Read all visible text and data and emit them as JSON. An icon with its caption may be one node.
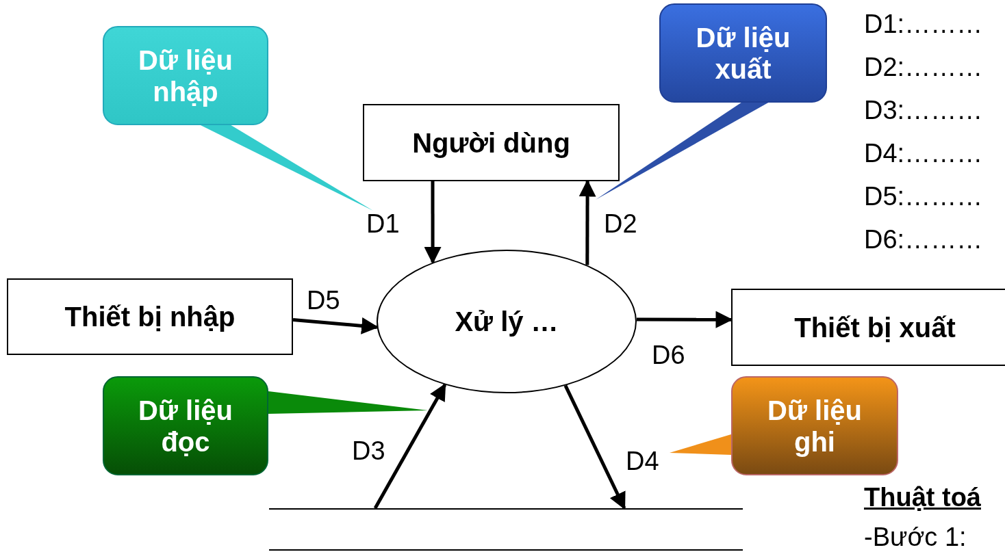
{
  "diagram": {
    "nodes": [
      {
        "text": [
          "Người dùng"
        ]
      },
      {
        "text": [
          "Thiết bị nhập"
        ]
      },
      {
        "text": [
          "Xử lý …"
        ]
      },
      {
        "text": [
          "Thiết bị xuất"
        ]
      },
      {
        "text": [],
        "shape": "box"
      },
      {
        "text": [
          "Dữ liệu nhập"
        ]
      },
      {
        "text": [
          "Dữ liệu xuất"
        ]
      },
      {
        "text": [
          "Dữ liệu đọc"
        ]
      },
      {
        "text": [
          "Dữ liệu ghi"
        ]
      }
    ],
    "edges": [
      {
        "from": 0,
        "to": 2,
        "arrow": "to",
        "label": "D1"
      },
      {
        "from": 2,
        "to": 0,
        "arrow": "to",
        "label": "D2"
      },
      {
        "from": 1,
        "to": 2,
        "arrow": "to",
        "label": "D5"
      },
      {
        "from": 2,
        "to": 3,
        "arrow": "to",
        "label": "D6"
      },
      {
        "from": 4,
        "to": 2,
        "arrow": "to",
        "label": "D3"
      },
      {
        "from": 2,
        "to": 4,
        "arrow": "to",
        "label": "D4"
      },
      {
        "from": 5,
        "to": null,
        "arrow": "both",
        "color": "#33cccc"
      },
      {
        "from": 6,
        "to": null,
        "arrow": "both",
        "color": "#2c4fa8"
      },
      {
        "from": 7,
        "to": null,
        "arrow": "to",
        "color": "#0a8a0a"
      },
      {
        "from": 8,
        "to": null,
        "arrow": "to",
        "color": "#f0901a"
      }
    ],
    "labels": [
      "D1:………",
      "D2:………",
      "D3:………",
      "D4:………",
      "D5:………",
      "D6:………",
      "Thuật toá",
      "-Bước 1:"
    ]
  }
}
